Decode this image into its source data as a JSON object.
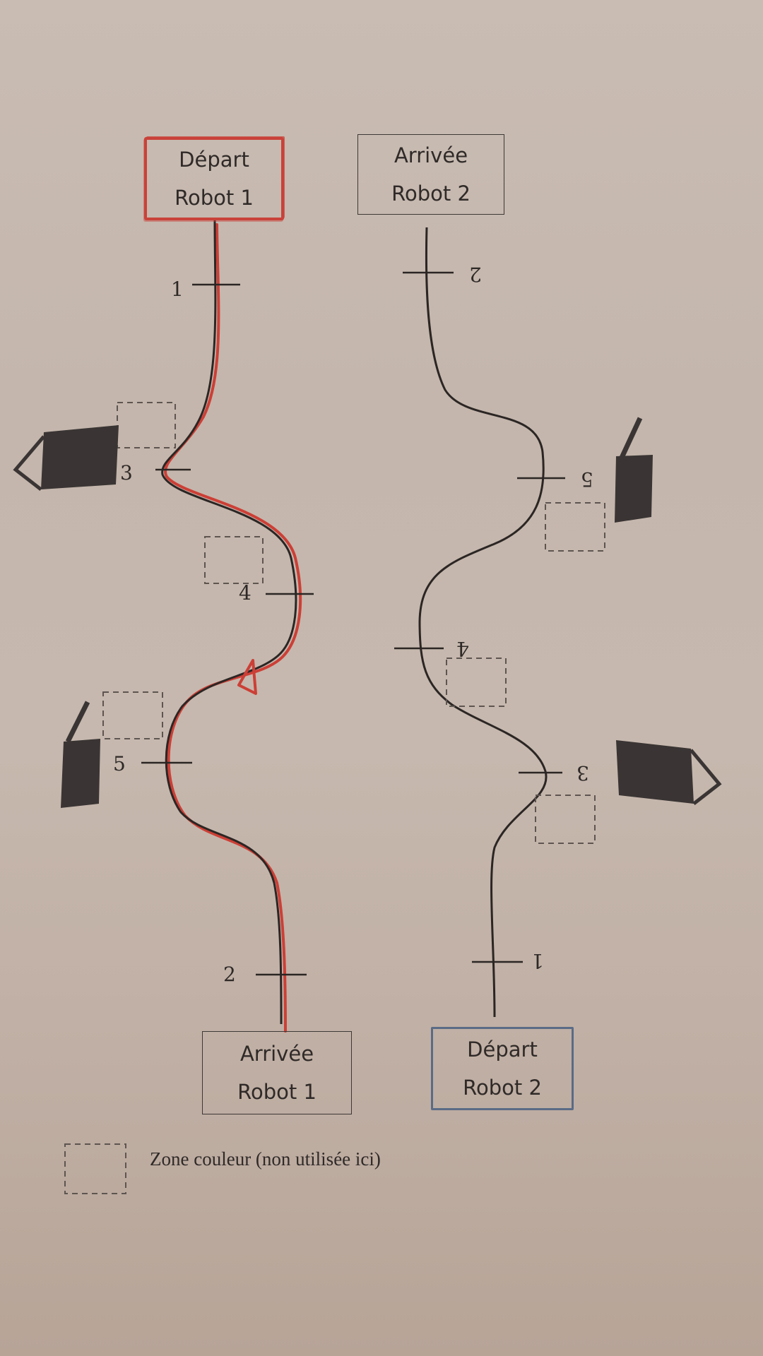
{
  "robot1": {
    "start_line1": "Départ",
    "start_line2": "Robot 1",
    "end_line1": "Arrivée",
    "end_line2": "Robot 1",
    "markers": [
      "1",
      "3",
      "4",
      "5",
      "2"
    ]
  },
  "robot2": {
    "end_line1": "Arrivée",
    "end_line2": "Robot 2",
    "start_line1": "Départ",
    "start_line2": "Robot 2",
    "markers": [
      "2",
      "5",
      "4",
      "3",
      "1"
    ]
  },
  "legend": {
    "text": "Zone couleur (non utilisée ici)"
  },
  "colors": {
    "track": "#2b2624",
    "highlight": "#cc3f36",
    "zone_border": "#5e5550",
    "object_fill": "#3a3534"
  }
}
